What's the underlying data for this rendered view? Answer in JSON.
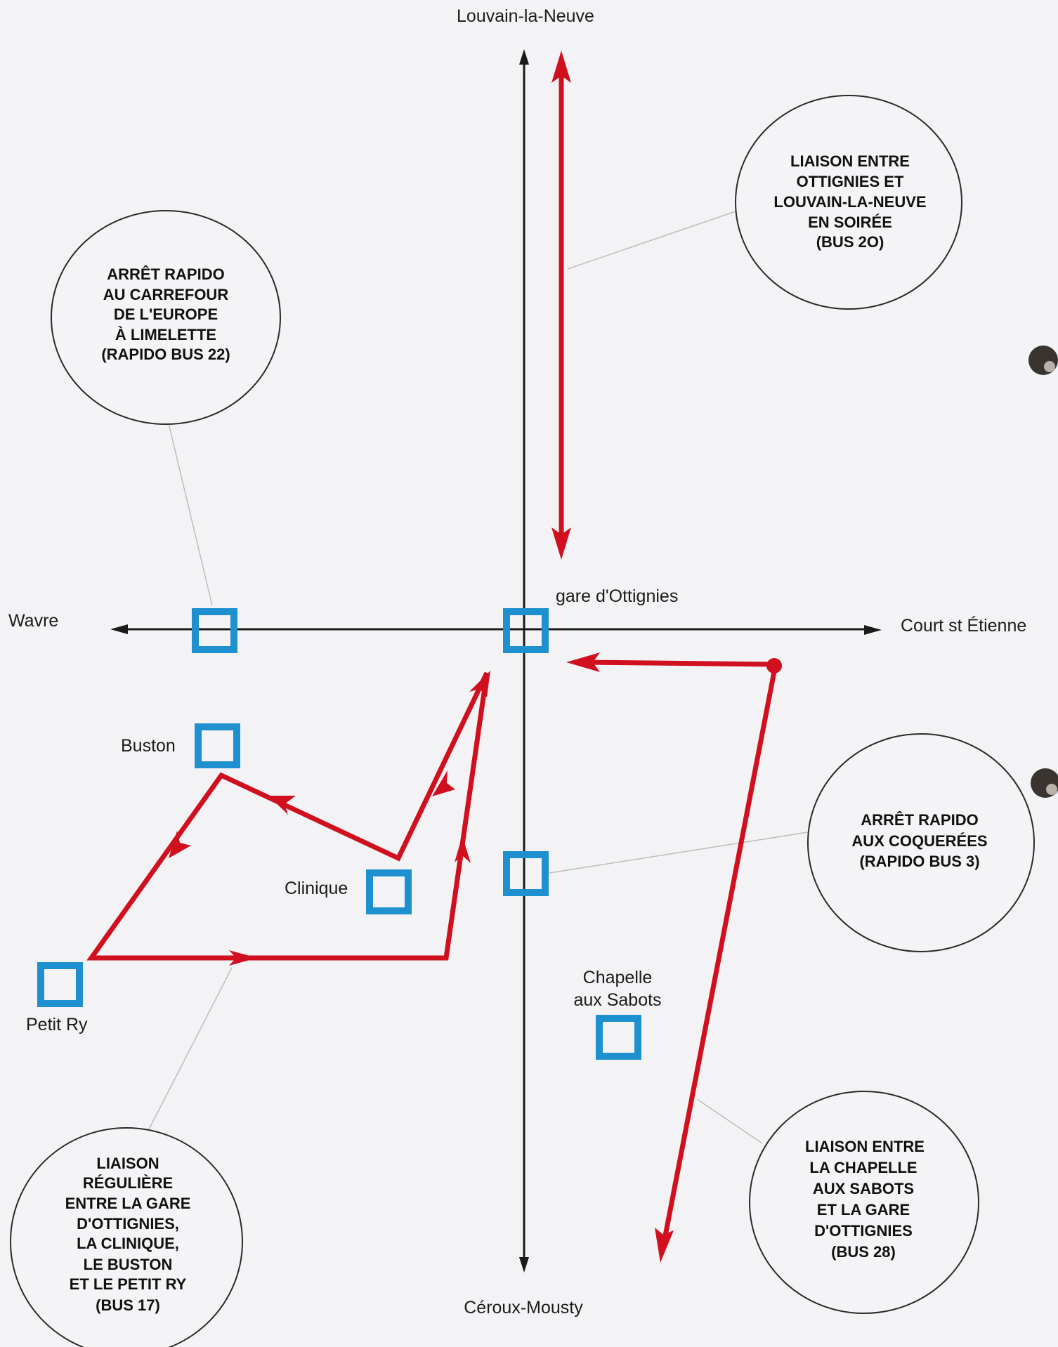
{
  "directions": {
    "north": "Louvain-la-Neuve",
    "south": "Céroux-Mousty",
    "west": "Wavre",
    "east": "Court st Étienne"
  },
  "stops": {
    "gare": "gare d'Ottignies",
    "buston": "Buston",
    "clinique": "Clinique",
    "petit_ry": "Petit Ry",
    "chapelle": [
      "Chapelle",
      "aux Sabots"
    ]
  },
  "bubbles": {
    "bus20": [
      "LIAISON ENTRE",
      "OTTIGNIES ET",
      "LOUVAIN-LA-NEUVE",
      "EN SOIRÉE",
      "(BUS 2O)"
    ],
    "bus22": [
      "ARRÊT RAPIDO",
      "AU CARREFOUR",
      "DE L'EUROPE",
      "À LIMELETTE",
      "(RAPIDO BUS 22)"
    ],
    "bus3": [
      "ARRÊT  RAPIDO",
      "AUX COQUERÉES",
      "(RAPIDO BUS 3)"
    ],
    "bus17": [
      "LIAISON",
      "RÉGULIÈRE",
      "ENTRE LA GARE",
      "D'OTTIGNIES,",
      "LA CLINIQUE,",
      "LE BUSTON",
      "ET LE PETIT RY",
      "(BUS 17)"
    ],
    "bus28": [
      "LIAISON ENTRE",
      "LA CHAPELLE",
      "AUX SABOTS",
      "ET LA GARE",
      "D'OTTIGNIES",
      "(BUS 28)"
    ]
  },
  "colors": {
    "route": "#d0101e",
    "stop": "#1e90d0",
    "axis": "#1a1a1a",
    "background": "#f3f2f5"
  }
}
